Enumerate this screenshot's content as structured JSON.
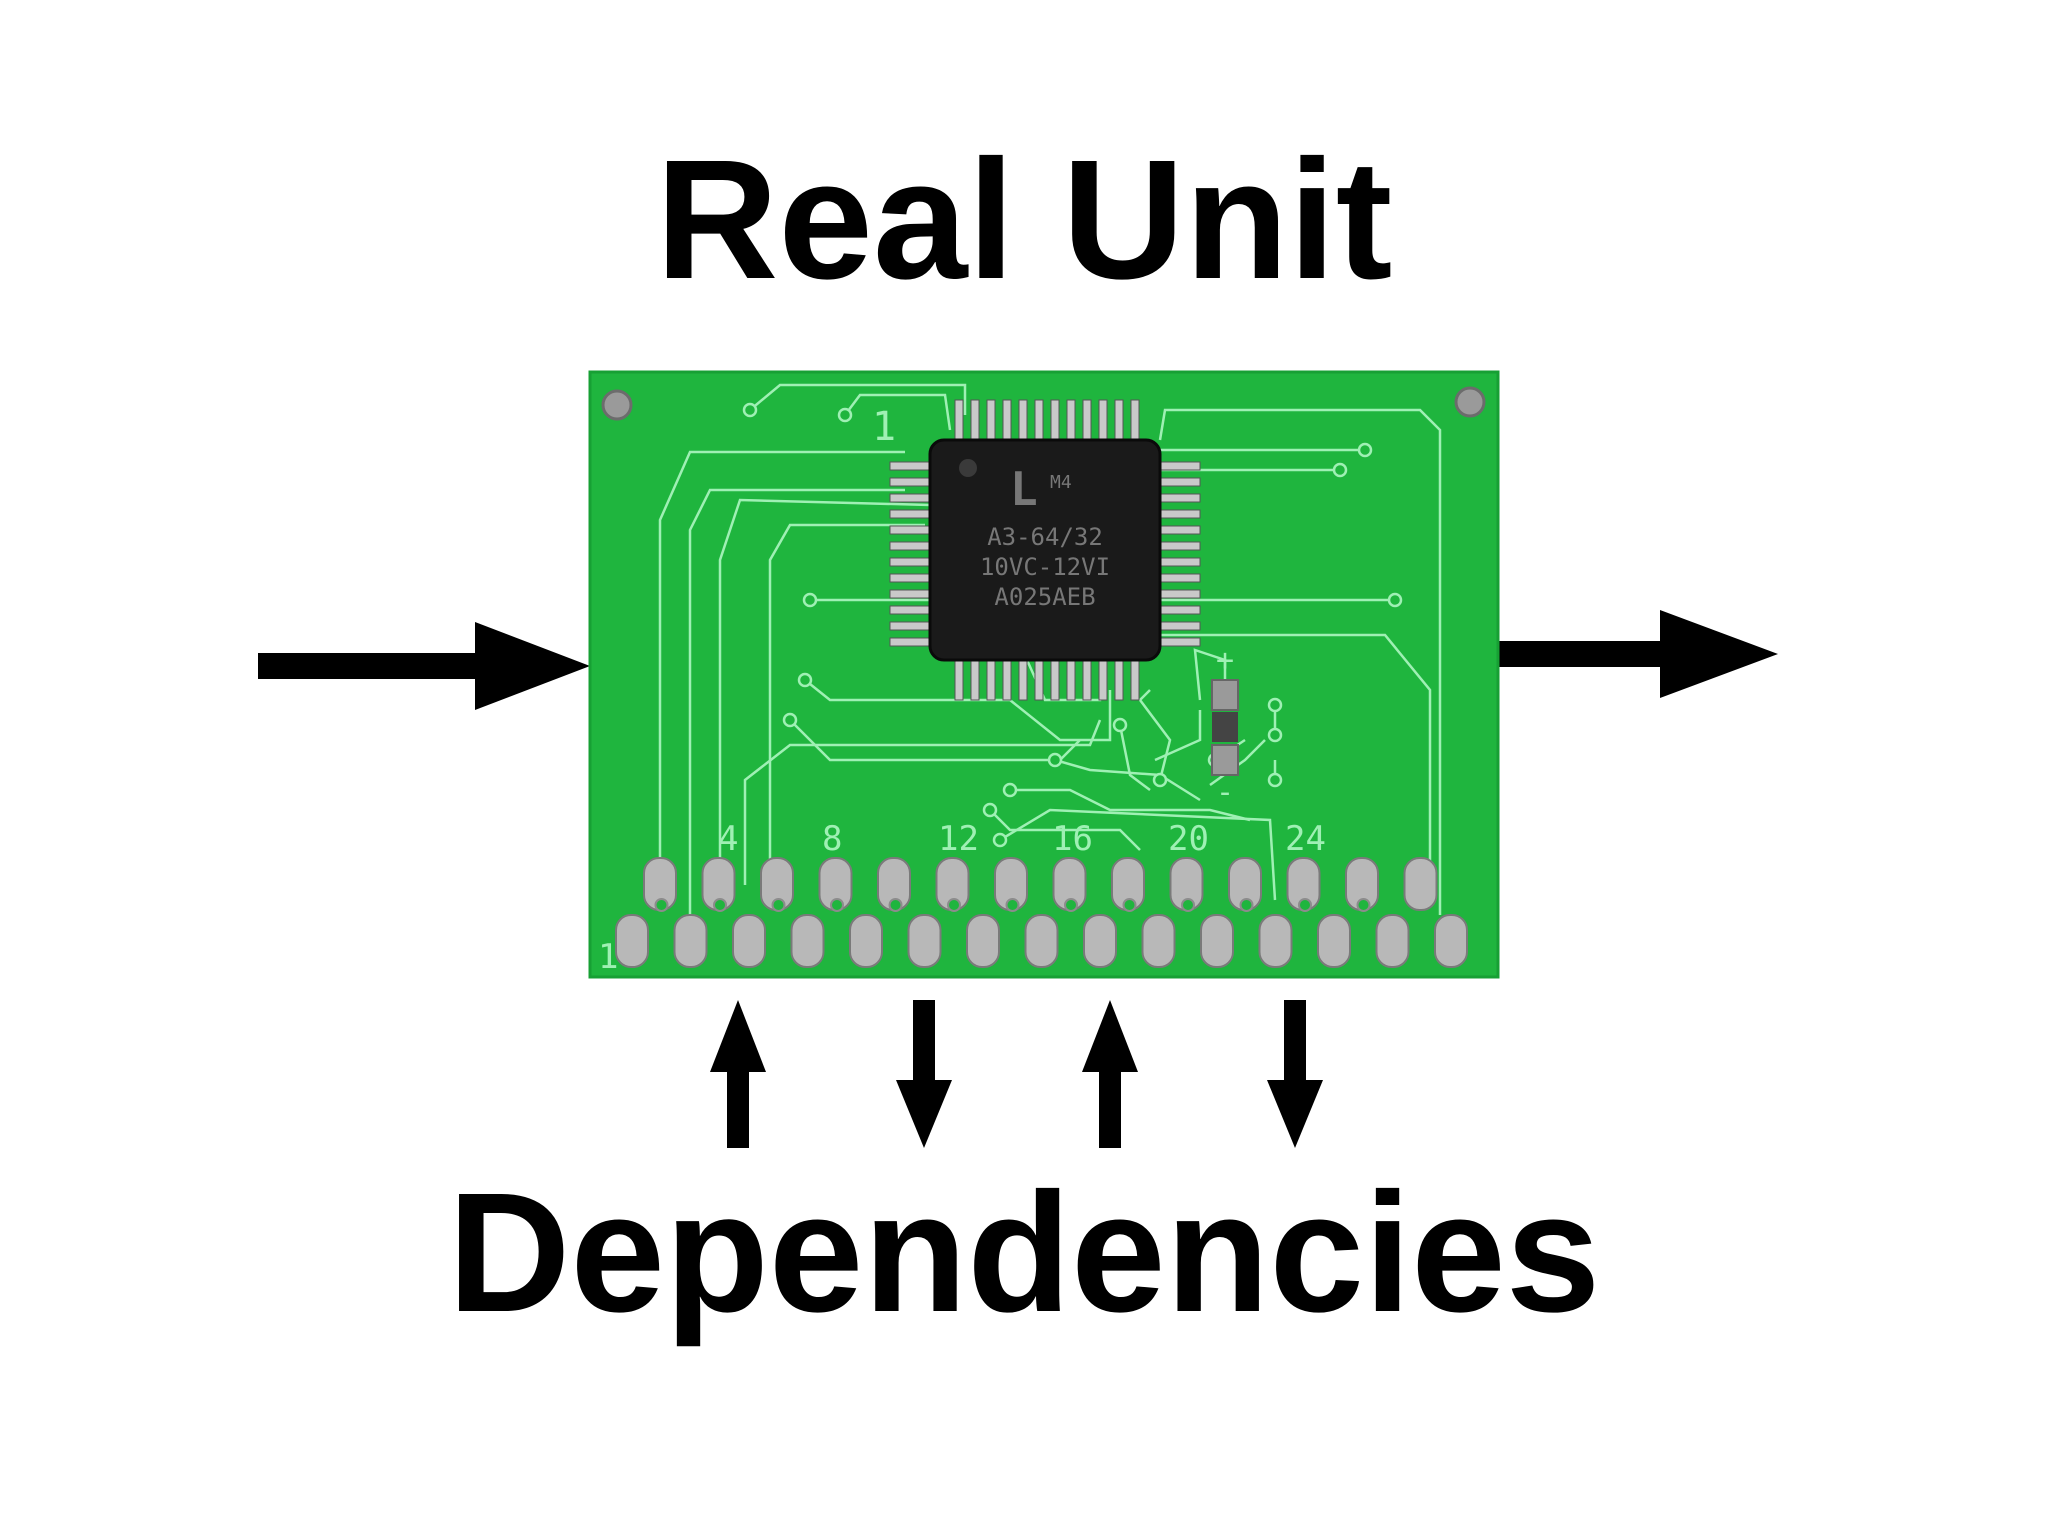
{
  "title": "Real Unit",
  "subtitle": "Dependencies",
  "board": {
    "pin_labels": [
      "1",
      "4",
      "8",
      "12",
      "16",
      "20",
      "24"
    ],
    "chip": {
      "logo": "L",
      "lines": [
        "M4",
        "A3-64/32",
        "10VC-12VI",
        "A025AEB"
      ],
      "pin1_label": "1"
    },
    "polarity": [
      "+",
      "-"
    ]
  },
  "colors": {
    "board": "#1fb53e",
    "trace": "#9ff0b4",
    "chip": "#1a1a1a",
    "pad": "#b8b8b8",
    "arrow": "#000000",
    "text": "#000000"
  },
  "arrows": [
    {
      "name": "input",
      "direction": "right"
    },
    {
      "name": "output",
      "direction": "right"
    },
    {
      "name": "dependency-1",
      "direction": "up"
    },
    {
      "name": "dependency-2",
      "direction": "down"
    },
    {
      "name": "dependency-3",
      "direction": "up"
    },
    {
      "name": "dependency-4",
      "direction": "down"
    }
  ]
}
